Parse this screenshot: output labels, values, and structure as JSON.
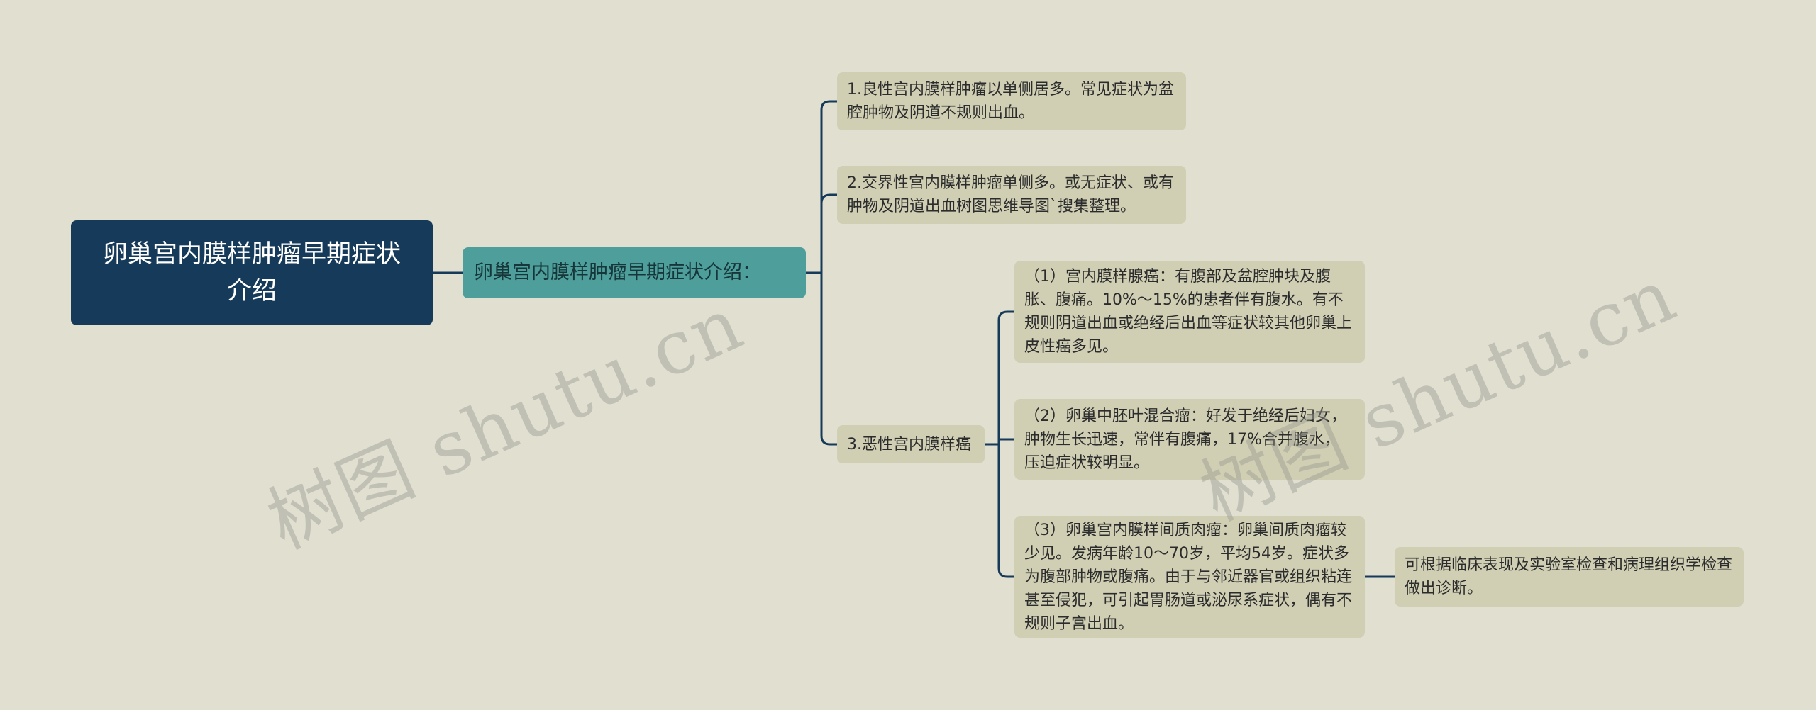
{
  "mindmap": {
    "root": "卵巢宫内膜样肿瘤早期症状介绍",
    "subtopic": "卵巢宫内膜样肿瘤早期症状介绍：",
    "branches": [
      {
        "text": "1.良性宫内膜样肿瘤以单侧居多。常见症状为盆腔肿物及阴道不规则出血。"
      },
      {
        "text": "2.交界性宫内膜样肿瘤单侧多。或无症状、或有肿物及阴道出血树图思维导图`搜集整理。"
      },
      {
        "text": "3.恶性宫内膜样癌",
        "children": [
          {
            "text": "（1）宫内膜样腺癌：有腹部及盆腔肿块及腹胀、腹痛。10%～15%的患者伴有腹水。有不规则阴道出血或绝经后出血等症状较其他卵巢上皮性癌多见。"
          },
          {
            "text": "（2）卵巢中胚叶混合瘤：好发于绝经后妇女，肿物生长迅速，常伴有腹痛，17%合并腹水，压迫症状较明显。"
          },
          {
            "text": "（3）卵巢宫内膜样间质肉瘤：卵巢间质肉瘤较少见。发病年龄10～70岁，平均54岁。症状多为腹部肿物或腹痛。由于与邻近器官或组织粘连甚至侵犯，可引起胃肠道或泌尿系症状，偶有不规则子宫出血。",
            "children": [
              {
                "text": "可根据临床表现及实验室检查和病理组织学检查做出诊断。"
              }
            ]
          }
        ]
      }
    ]
  },
  "watermark": {
    "text": "树图 shutu.cn"
  },
  "colors": {
    "background": "#e0dfd0",
    "root_fill": "#163a59",
    "subtopic_fill": "#4e9f9b",
    "leaf_fill": "#d0cfb4",
    "connector": "#163a59"
  }
}
